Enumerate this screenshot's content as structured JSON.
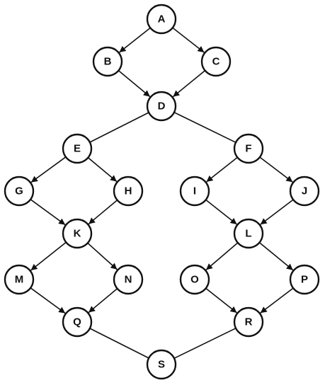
{
  "diagram": {
    "nodes": [
      {
        "id": "A",
        "label": "A"
      },
      {
        "id": "B",
        "label": "B"
      },
      {
        "id": "C",
        "label": "C"
      },
      {
        "id": "D",
        "label": "D"
      },
      {
        "id": "E",
        "label": "E"
      },
      {
        "id": "F",
        "label": "F"
      },
      {
        "id": "G",
        "label": "G"
      },
      {
        "id": "H",
        "label": "H"
      },
      {
        "id": "I",
        "label": "I"
      },
      {
        "id": "J",
        "label": "J"
      },
      {
        "id": "K",
        "label": "K"
      },
      {
        "id": "L",
        "label": "L"
      },
      {
        "id": "M",
        "label": "M"
      },
      {
        "id": "N",
        "label": "N"
      },
      {
        "id": "O",
        "label": "O"
      },
      {
        "id": "P",
        "label": "P"
      },
      {
        "id": "Q",
        "label": "Q"
      },
      {
        "id": "R",
        "label": "R"
      },
      {
        "id": "S",
        "label": "S"
      }
    ],
    "edges": [
      {
        "from": "A",
        "to": "B",
        "arrow": true
      },
      {
        "from": "A",
        "to": "C",
        "arrow": true
      },
      {
        "from": "B",
        "to": "D",
        "arrow": true
      },
      {
        "from": "C",
        "to": "D",
        "arrow": true
      },
      {
        "from": "D",
        "to": "E",
        "arrow": false
      },
      {
        "from": "D",
        "to": "F",
        "arrow": false
      },
      {
        "from": "E",
        "to": "G",
        "arrow": true
      },
      {
        "from": "E",
        "to": "H",
        "arrow": true
      },
      {
        "from": "G",
        "to": "K",
        "arrow": true
      },
      {
        "from": "H",
        "to": "K",
        "arrow": true
      },
      {
        "from": "F",
        "to": "I",
        "arrow": true
      },
      {
        "from": "F",
        "to": "J",
        "arrow": true
      },
      {
        "from": "I",
        "to": "L",
        "arrow": true
      },
      {
        "from": "J",
        "to": "L",
        "arrow": true
      },
      {
        "from": "K",
        "to": "M",
        "arrow": true
      },
      {
        "from": "K",
        "to": "N",
        "arrow": true
      },
      {
        "from": "M",
        "to": "Q",
        "arrow": true
      },
      {
        "from": "N",
        "to": "Q",
        "arrow": true
      },
      {
        "from": "L",
        "to": "O",
        "arrow": true
      },
      {
        "from": "L",
        "to": "P",
        "arrow": true
      },
      {
        "from": "O",
        "to": "R",
        "arrow": true
      },
      {
        "from": "P",
        "to": "R",
        "arrow": true
      },
      {
        "from": "Q",
        "to": "S",
        "arrow": false
      },
      {
        "from": "R",
        "to": "S",
        "arrow": false
      }
    ]
  }
}
